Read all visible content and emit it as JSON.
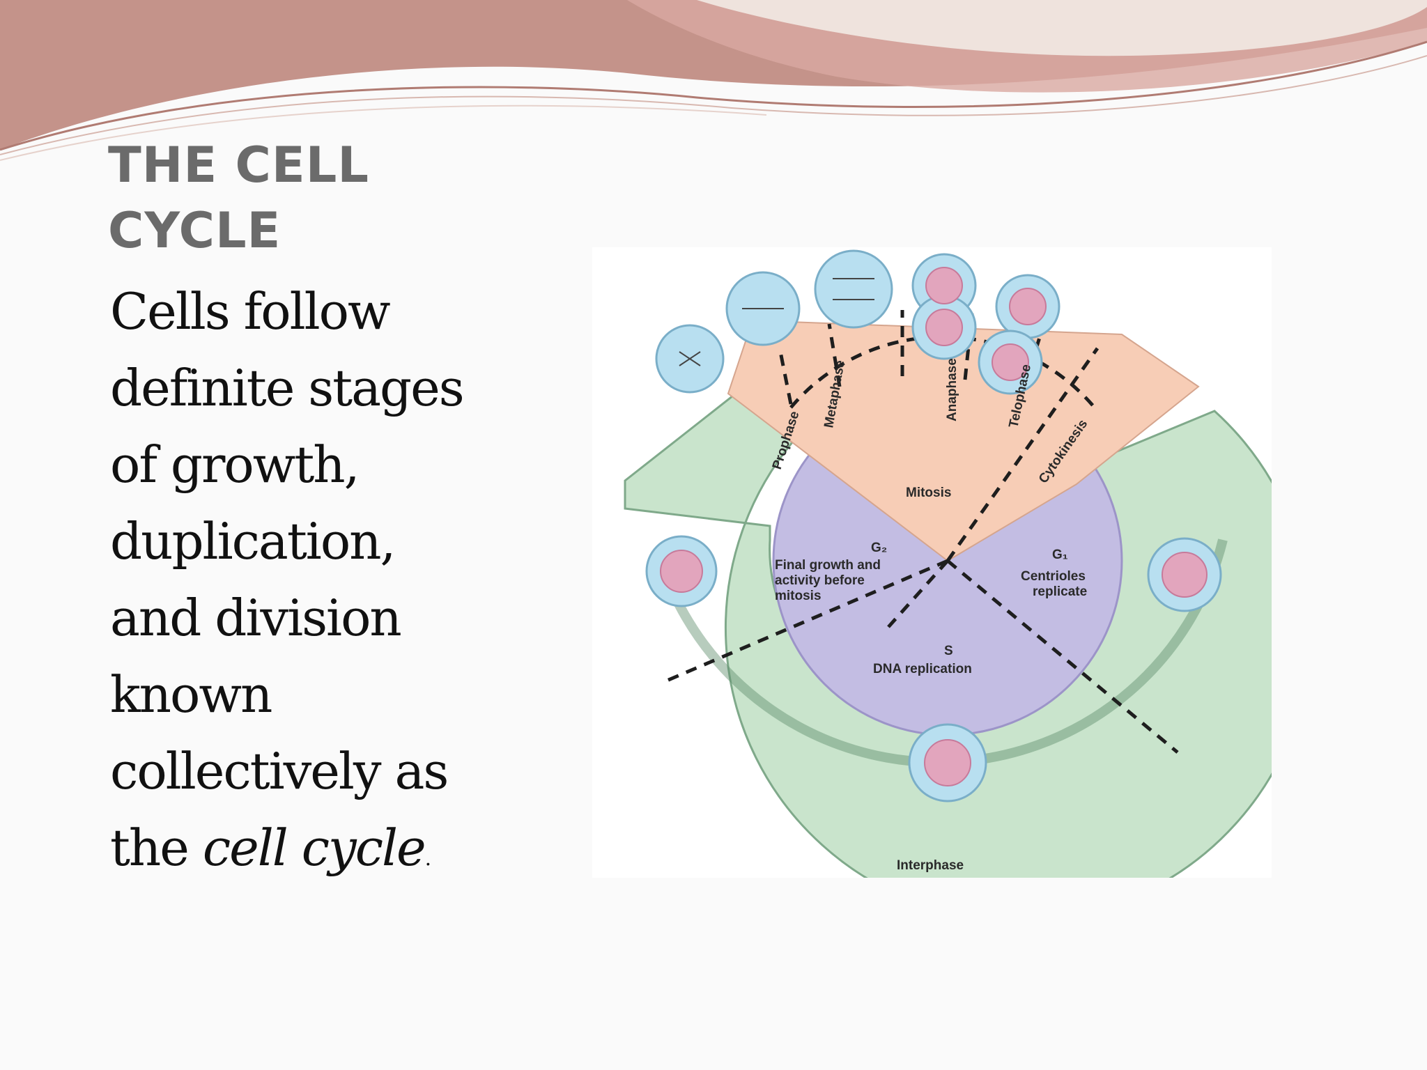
{
  "slide": {
    "title_line1": "THE CELL",
    "title_line2": "CYCLE",
    "body_lines": [
      "Cells follow",
      "definite stages",
      "of growth,",
      "duplication,",
      "and division",
      "known",
      "collectively as"
    ],
    "body_last_prefix": "the ",
    "body_last_italic": "cell cycle",
    "body_last_suffix": "."
  },
  "diagram": {
    "phases": {
      "prophase": "Prophase",
      "metaphase": "Metaphase",
      "anaphase": "Anaphase",
      "telophase": "Telophase",
      "cytokinesis": "Cytokinesis"
    },
    "mitosis": "Mitosis",
    "g2_title": "G₂",
    "g2_line1": "Final growth and",
    "g2_line2": "activity before",
    "g2_line3": "mitosis",
    "g1_title": "G₁",
    "g1_line1": "Centrioles",
    "g1_line2": "replicate",
    "s_title": "S",
    "s_line1": "DNA replication",
    "interphase": "Interphase"
  },
  "colors": {
    "title": "#6b6b6b",
    "interphase_ring": "#c9e4cc",
    "inner_disk": "#c3bde3",
    "mitosis_fan": "#f7cdb6",
    "cell_fill": "#b8dff0"
  }
}
